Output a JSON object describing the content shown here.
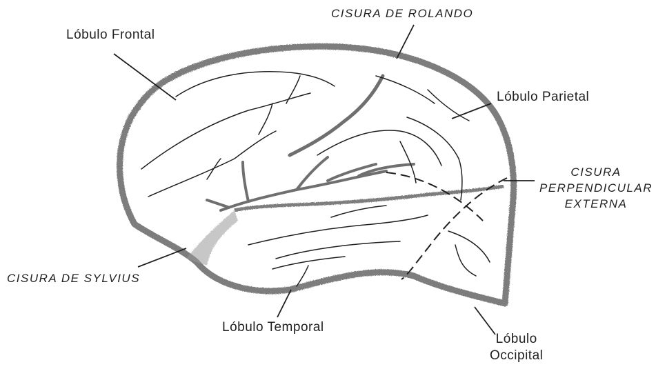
{
  "labels": {
    "lobulo_frontal": "Lóbulo Frontal",
    "cisura_rolando": "CISURA DE ROLANDO",
    "lobulo_parietal": "Lóbulo Parietal",
    "cisura_perpendicular": [
      "CISURA",
      "PERPENDICULAR",
      "EXTERNA"
    ],
    "cisura_sylvius": "CISURA DE SYLVIUS",
    "lobulo_temporal": "Lóbulo Temporal",
    "lobulo_occipital": [
      "Lóbulo",
      "Occipital"
    ]
  },
  "colors": {
    "ink": "#1f1f1f",
    "cortex": "#7d7d7d"
  }
}
